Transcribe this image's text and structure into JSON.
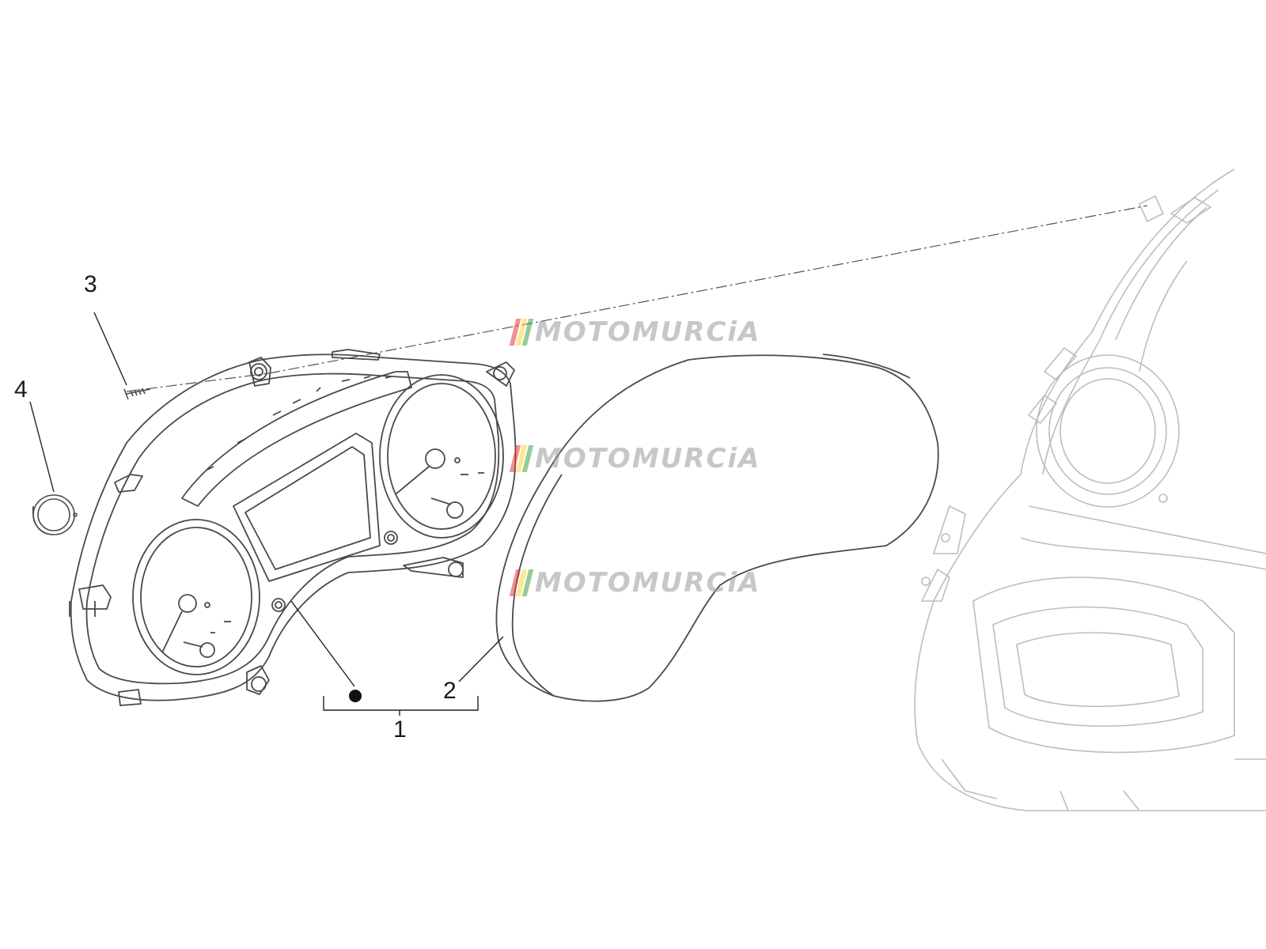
{
  "callouts": {
    "c1": "1",
    "c2": "2",
    "c3": "3",
    "c4": "4"
  },
  "watermark": {
    "text": "MOTOMURCiA",
    "stripe_colors": [
      "#e53935",
      "#fdd835",
      "#43a047"
    ]
  },
  "colors": {
    "line": "#4a4a4a",
    "ghost": "#bdbdbd",
    "watermark": "#9a9a9a"
  },
  "parts": [
    {
      "ref": "1",
      "icon": "instrument-cluster"
    },
    {
      "ref": "2",
      "icon": "cluster-lens-cover"
    },
    {
      "ref": "3",
      "icon": "screw"
    },
    {
      "ref": "4",
      "icon": "cap-plug"
    }
  ]
}
